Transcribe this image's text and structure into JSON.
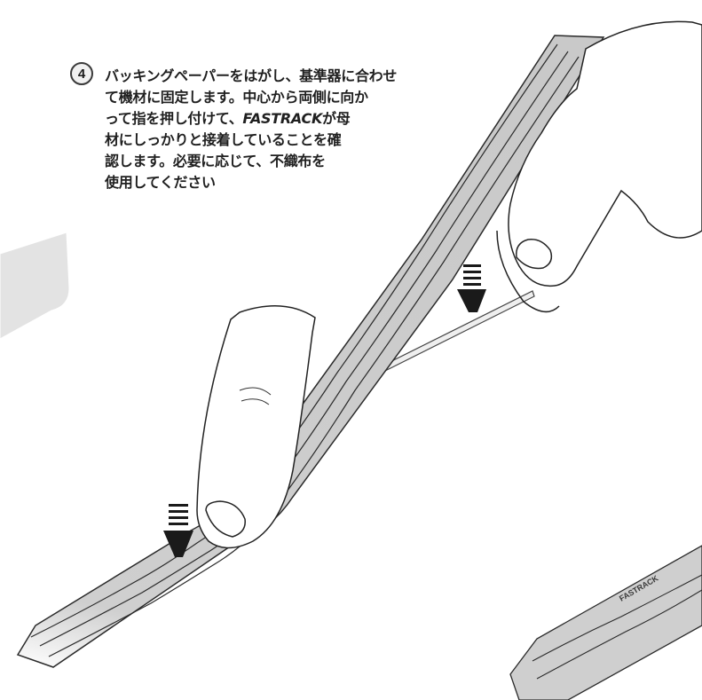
{
  "step": {
    "number": "4",
    "lines": [
      [
        "バッキングペーパーをはがし、基準器に合わせ"
      ],
      [
        "て機材に固定します。中心から両側に向か"
      ],
      [
        "って指を押し付けて、",
        "FASTRACK",
        "が母"
      ],
      [
        "材にしっかりと接着していることを確"
      ],
      [
        "認します。必要に応じて、不織布を"
      ],
      [
        "使用してください"
      ]
    ]
  },
  "tape_print": "FASTRACK",
  "colors": {
    "tape": "#c9c9c9",
    "outline": "#2a2a2a",
    "panel": "#e3e3e3"
  }
}
